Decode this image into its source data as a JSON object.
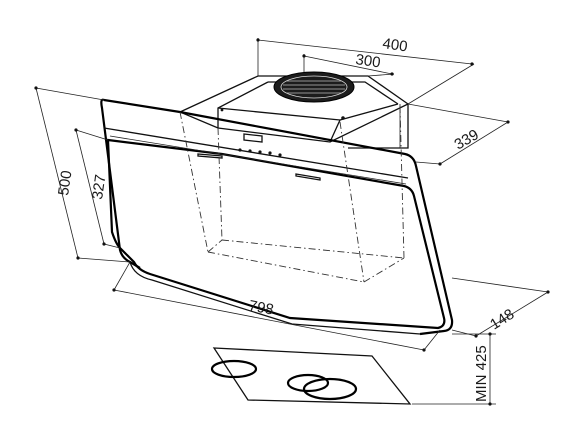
{
  "dimensions": {
    "total_width": "400",
    "motor_width": "300",
    "depth_top": "339",
    "total_height": "500",
    "glass_height": "327",
    "hood_width": "798",
    "depth_bottom": "148",
    "min_height": "MIN 425"
  },
  "colors": {
    "line": "#111111",
    "background": "#ffffff"
  },
  "icons": [
    "fan-grille-icon",
    "control-buttons"
  ]
}
